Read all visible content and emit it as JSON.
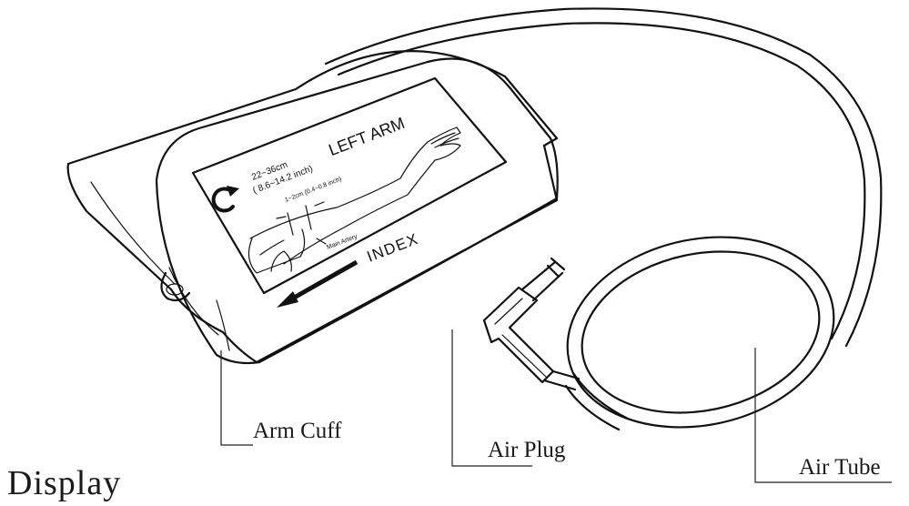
{
  "heading": "Display",
  "callouts": {
    "arm_cuff": "Arm Cuff",
    "air_plug": "Air Plug",
    "air_tube": "Air Tube"
  },
  "cuff_label": {
    "range_cm": "22~36cm",
    "range_inch": "( 8.6~14.2 inch)",
    "arm_side": "LEFT ARM",
    "gap_note": "1~2cm (0.4~0.8 inch)",
    "artery": "Main Artery",
    "index": "INDEX"
  }
}
